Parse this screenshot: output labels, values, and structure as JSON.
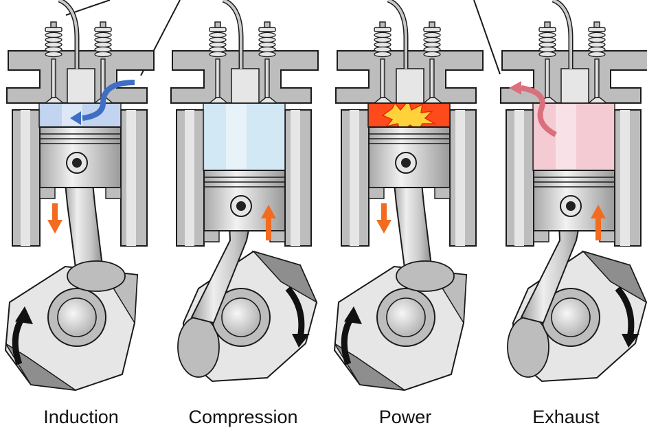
{
  "strokes": [
    {
      "id": "induction",
      "label": "Induction",
      "charge": "#bcd0ee",
      "piston": "down",
      "crank": "up",
      "intake_flow": true,
      "exhaust_flow": false,
      "ignition": false
    },
    {
      "id": "compression",
      "label": "Compression",
      "charge": "#cfe6f5",
      "piston": "up",
      "crank": "down",
      "intake_flow": false,
      "exhaust_flow": false,
      "ignition": false
    },
    {
      "id": "power",
      "label": "Power",
      "charge": "#ff4a1c",
      "piston": "down",
      "crank": "up",
      "intake_flow": false,
      "exhaust_flow": false,
      "ignition": true
    },
    {
      "id": "exhaust",
      "label": "Exhaust",
      "charge": "#f4c6cf",
      "piston": "up",
      "crank": "down",
      "intake_flow": false,
      "exhaust_flow": true,
      "ignition": false
    }
  ],
  "colors": {
    "metal_light": "#e6e6e6",
    "metal_mid": "#bdbdbd",
    "metal_dark": "#8e8e8e",
    "outline": "#1a1a1a",
    "motion_arrow": "#f26b1f",
    "rotation_arrow": "#111111",
    "intake_arrow": "#3f6fc4",
    "exhaust_arrow": "#d9707c"
  }
}
